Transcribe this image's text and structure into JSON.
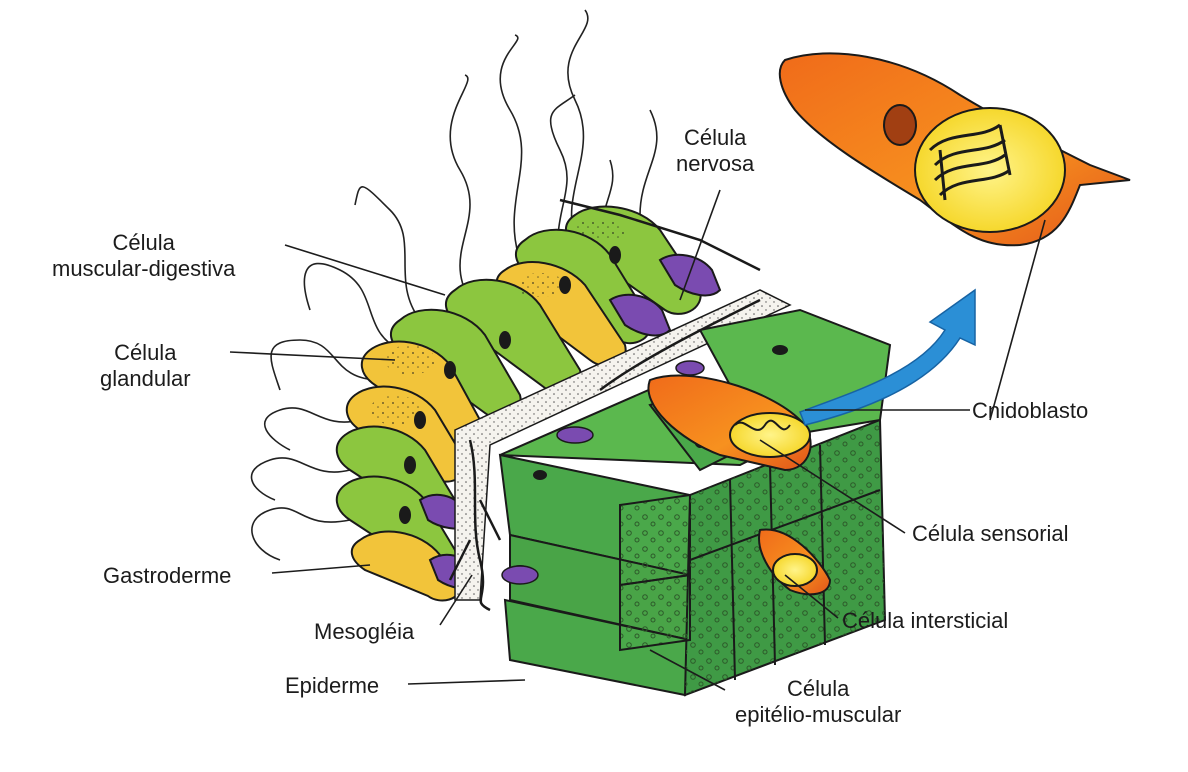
{
  "labels": {
    "nervosa": [
      "Célula",
      "nervosa"
    ],
    "muscular_digestiva": [
      "Célula",
      "muscular-digestiva"
    ],
    "glandular": [
      "Célula",
      "glandular"
    ],
    "cnidoblasto": "Cnidoblasto",
    "sensorial": "Célula sensorial",
    "gastroderme": "Gastroderme",
    "intersticial": "Célula intersticial",
    "mesogleia": "Mesogléia",
    "epiderme": "Epiderme",
    "epitelio_muscular": [
      "Célula",
      "epitélio-muscular"
    ]
  },
  "colors": {
    "gastroderm_cell": "#8cc63f",
    "glandular_cell": "#f2c43a",
    "interstitial_cell": "#7a4bb0",
    "epidermis_block": "#4aa84a",
    "cnidoblast": "#f07a1e",
    "capsule": "#f6e81a",
    "arrow": "#2b8fd6",
    "mesoglea": "#f3f1ea"
  }
}
